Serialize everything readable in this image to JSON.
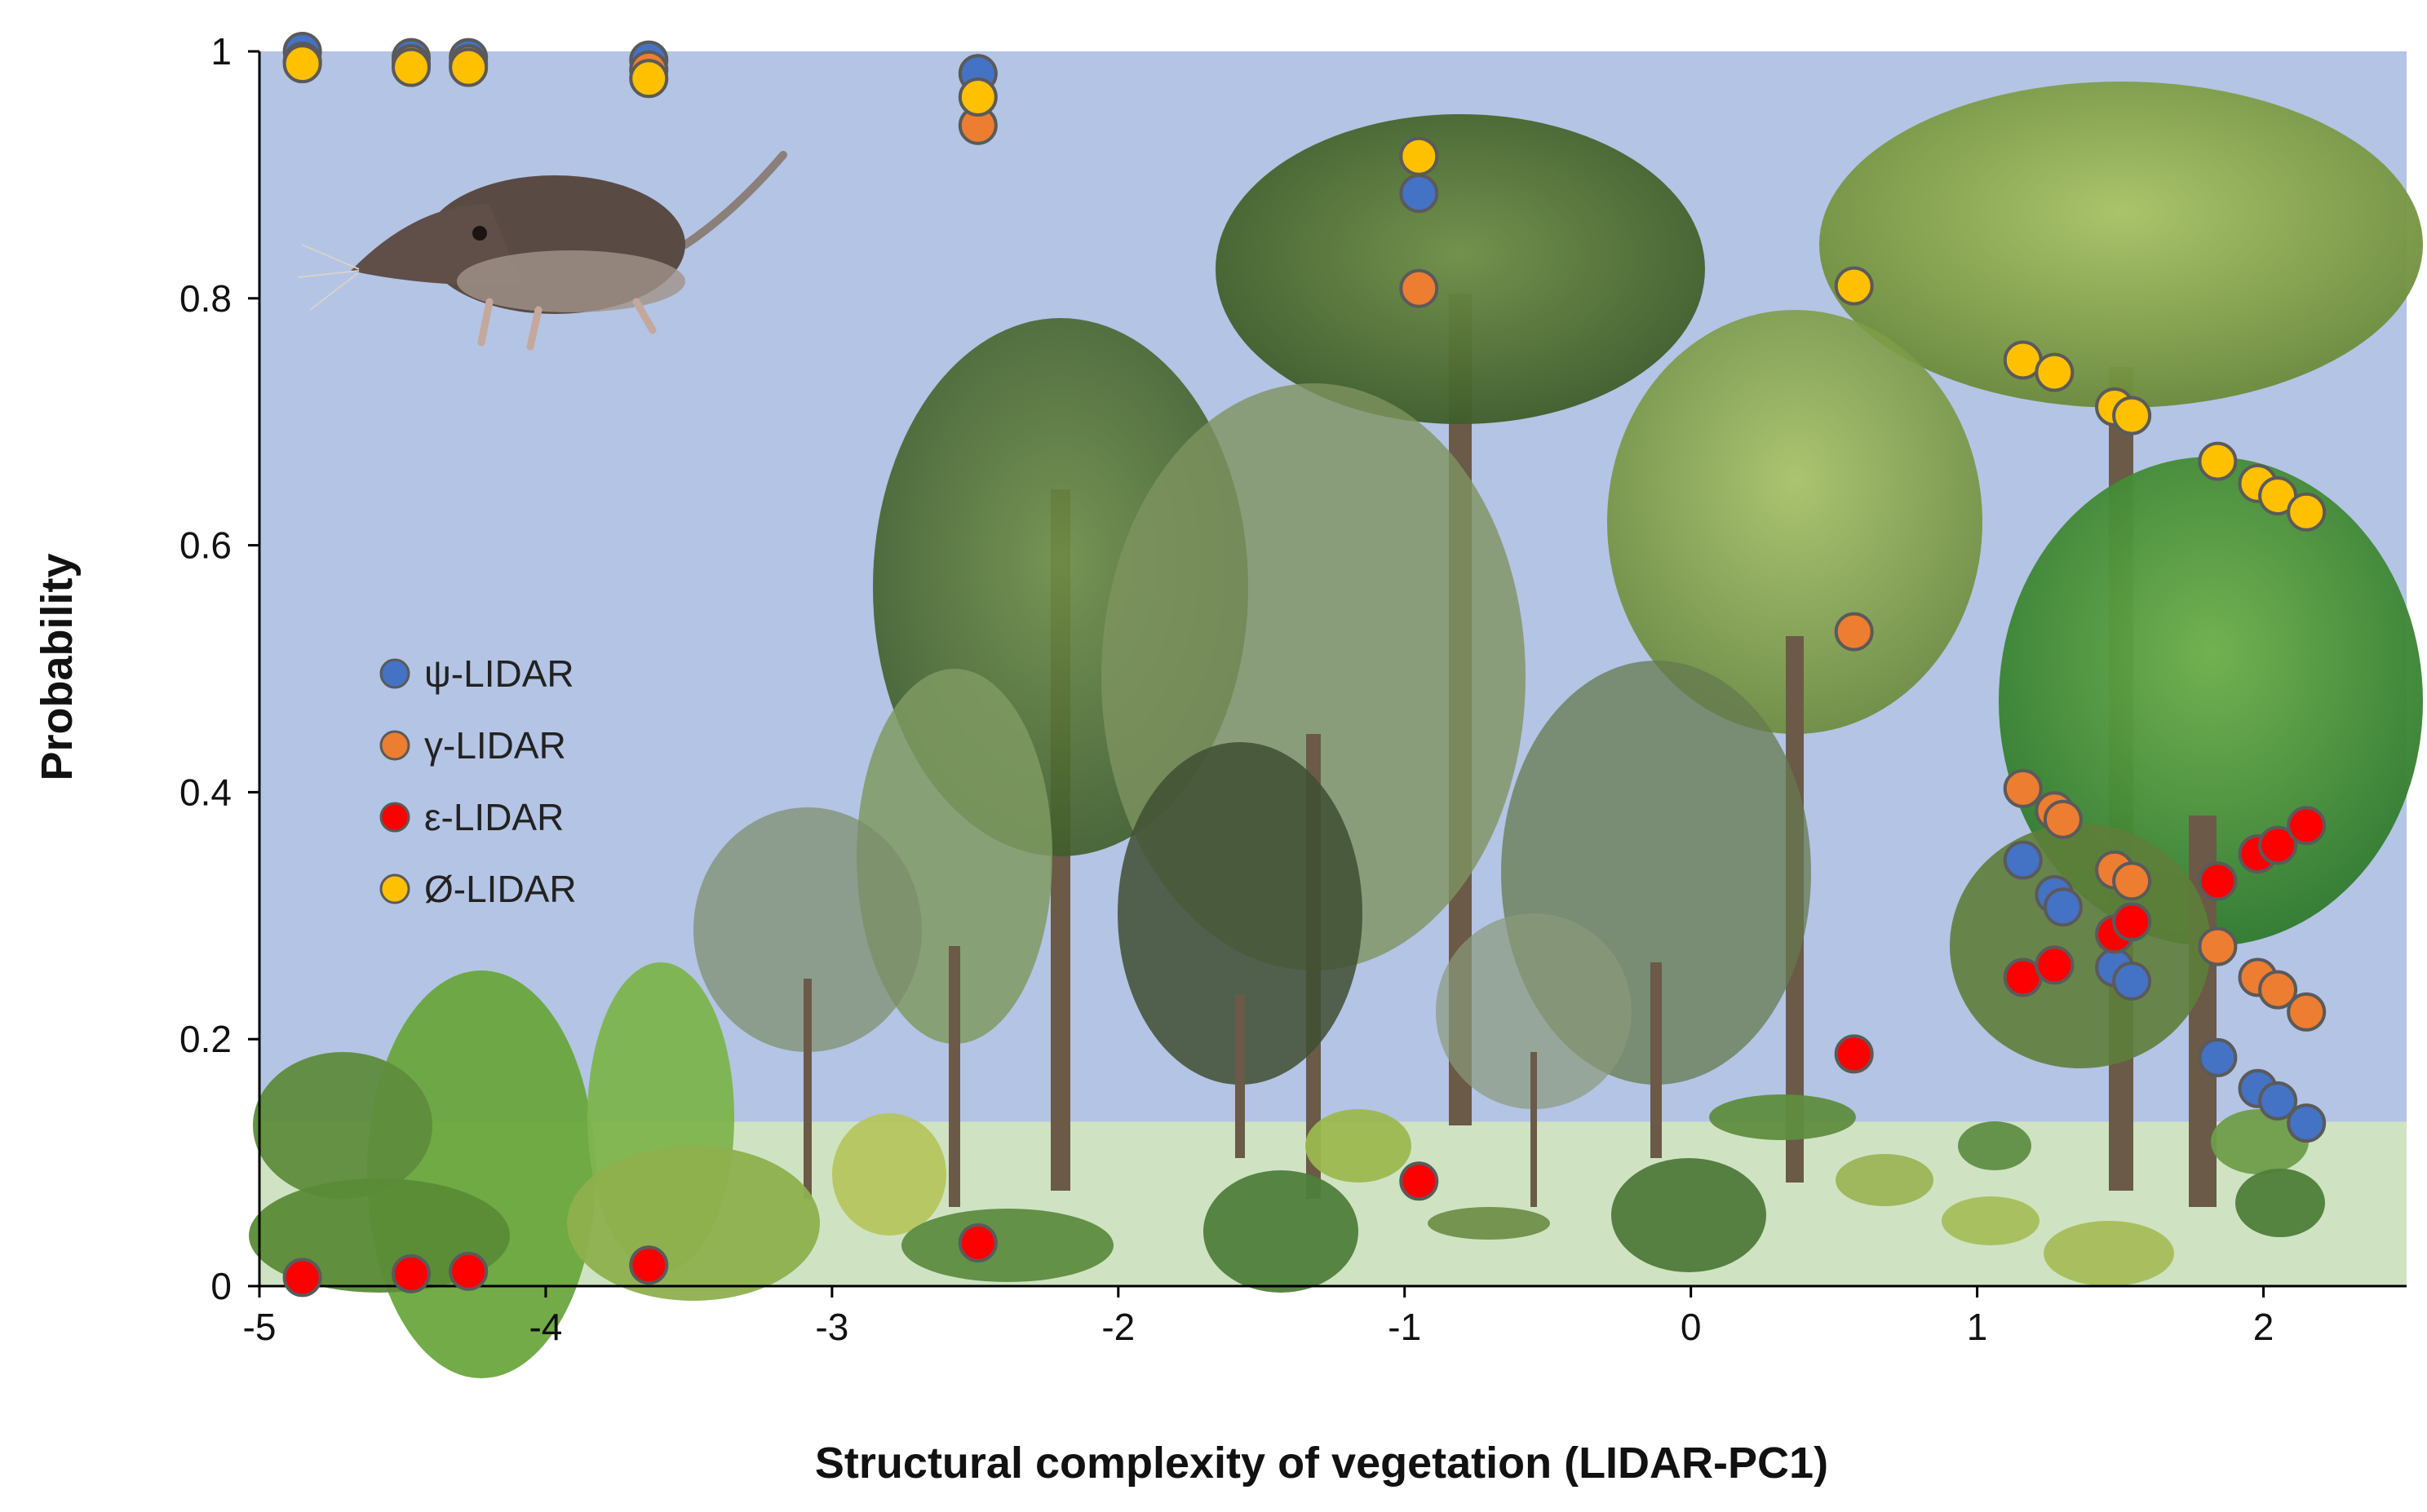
{
  "chart_data": {
    "type": "scatter",
    "title": "",
    "xlabel": "Structural complexity of vegetation (LIDAR-PC1)",
    "ylabel": "Probability",
    "xlim": [
      -5,
      2.5
    ],
    "ylim": [
      0,
      1
    ],
    "xticks": [
      -5,
      -4,
      -3,
      -2,
      -1,
      0,
      1,
      2
    ],
    "yticks": [
      0,
      0.2,
      0.4,
      0.6,
      0.8,
      1
    ],
    "ytick_labels": [
      "0",
      "0.2",
      "0.4",
      "0.6",
      "0.8",
      "1"
    ],
    "xtick_labels": [
      "-5",
      "-4",
      "-3",
      "-2",
      "-1",
      "0",
      "1",
      "2"
    ],
    "grid": false,
    "legend_position": "left",
    "background": {
      "sky": "#b4c4e4",
      "ground": "#cfe3c3",
      "ground_level": 0.133
    },
    "series": [
      {
        "name": "ψ-LIDAR",
        "color": "#4472c4",
        "x": [
          -4.85,
          -4.47,
          -4.27,
          -3.64,
          -2.49,
          -0.95,
          1.16,
          1.27,
          1.3,
          1.48,
          1.54,
          1.84,
          1.98,
          2.05,
          2.15
        ],
        "y": [
          1.0,
          0.995,
          0.995,
          0.993,
          0.982,
          0.885,
          0.345,
          0.317,
          0.307,
          0.258,
          0.247,
          0.185,
          0.16,
          0.15,
          0.132
        ]
      },
      {
        "name": "γ-LIDAR",
        "color": "#ed7d31",
        "x": [
          -4.85,
          -4.47,
          -4.27,
          -3.64,
          -2.49,
          -0.95,
          0.57,
          1.16,
          1.27,
          1.3,
          1.48,
          1.54,
          1.84,
          1.98,
          2.05,
          2.15
        ],
        "y": [
          0.992,
          0.99,
          0.99,
          0.985,
          0.94,
          0.808,
          0.53,
          0.403,
          0.385,
          0.378,
          0.337,
          0.328,
          0.275,
          0.25,
          0.24,
          0.222
        ]
      },
      {
        "name": "ε-LIDAR",
        "color": "#ff0000",
        "x": [
          -4.85,
          -4.47,
          -4.27,
          -3.64,
          -2.49,
          -0.95,
          0.57,
          1.16,
          1.27,
          1.48,
          1.54,
          1.84,
          1.98,
          2.05,
          2.15
        ],
        "y": [
          0.007,
          0.01,
          0.012,
          0.017,
          0.035,
          0.085,
          0.188,
          0.25,
          0.26,
          0.285,
          0.295,
          0.328,
          0.35,
          0.357,
          0.373
        ]
      },
      {
        "name": "Ø-LIDAR",
        "color": "#ffc000",
        "x": [
          -4.85,
          -4.47,
          -4.27,
          -3.64,
          -2.49,
          -0.95,
          0.57,
          1.16,
          1.27,
          1.48,
          1.54,
          1.84,
          1.98,
          2.05,
          2.15
        ],
        "y": [
          0.99,
          0.987,
          0.987,
          0.978,
          0.963,
          0.915,
          0.81,
          0.75,
          0.74,
          0.712,
          0.705,
          0.668,
          0.65,
          0.64,
          0.627
        ]
      }
    ]
  }
}
